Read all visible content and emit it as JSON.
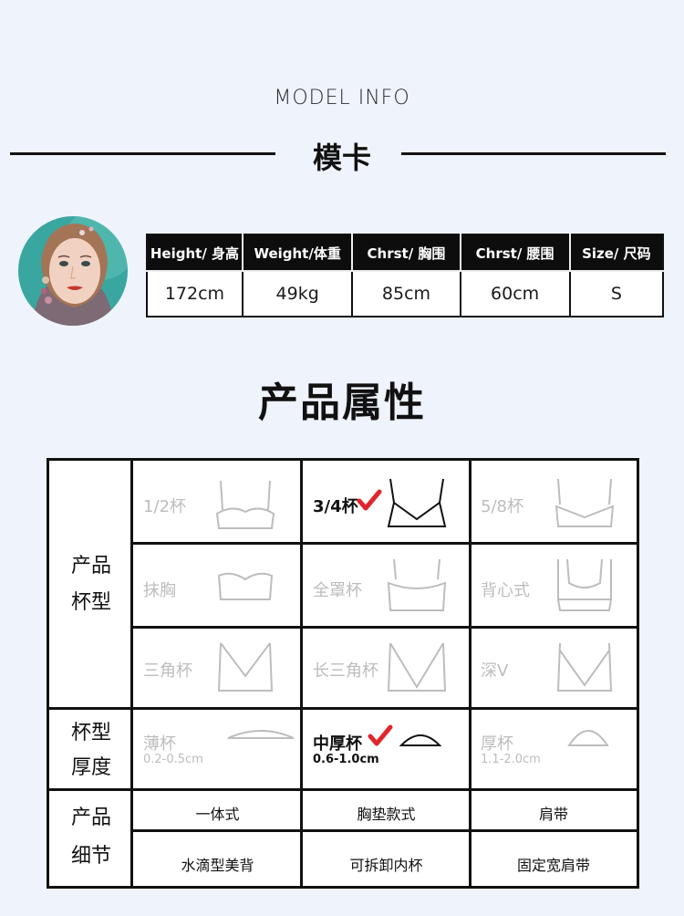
{
  "header": {
    "english_title": "MODEL INFO",
    "chinese_title": "模卡"
  },
  "model_table": {
    "headers": [
      "Height/ 身高",
      "Weight/体重",
      "Chrst/  胸围",
      "Chrst/  腰围",
      "Size/ 尺码"
    ],
    "values": [
      "172cm",
      "49kg",
      "85cm",
      "60cm",
      "S"
    ]
  },
  "attributes": {
    "title": "产品属性",
    "cup_type": {
      "label_line1": "产品",
      "label_line2": "杯型",
      "options": [
        {
          "name": "1/2杯",
          "selected": false,
          "icon": "half-cup-icon"
        },
        {
          "name": "3/4杯",
          "selected": true,
          "icon": "three-quarter-cup-icon"
        },
        {
          "name": "5/8杯",
          "selected": false,
          "icon": "five-eighths-cup-icon"
        },
        {
          "name": "抹胸",
          "selected": false,
          "icon": "bandeau-icon"
        },
        {
          "name": "全罩杯",
          "selected": false,
          "icon": "full-cup-icon"
        },
        {
          "name": "背心式",
          "selected": false,
          "icon": "vest-style-icon"
        },
        {
          "name": "三角杯",
          "selected": false,
          "icon": "triangle-cup-icon"
        },
        {
          "name": "长三角杯",
          "selected": false,
          "icon": "long-triangle-cup-icon"
        },
        {
          "name": "深V",
          "selected": false,
          "icon": "deep-v-icon"
        }
      ]
    },
    "thickness": {
      "label_line1": "杯型",
      "label_line2": "厚度",
      "options": [
        {
          "name": "薄杯",
          "range": "0.2-0.5cm",
          "selected": false,
          "icon": "thin-pad-icon"
        },
        {
          "name": "中厚杯",
          "range": "0.6-1.0cm",
          "selected": true,
          "icon": "medium-pad-icon"
        },
        {
          "name": "厚杯",
          "range": "1.1-2.0cm",
          "selected": false,
          "icon": "thick-pad-icon"
        }
      ]
    },
    "details": {
      "label_line1": "产品",
      "label_line2": "细节",
      "items": [
        "一体式",
        "胸垫款式",
        "肩带",
        "水滴型美背",
        "可拆卸内杯",
        "固定宽肩带"
      ]
    },
    "colors": {
      "selected": "#111111",
      "unselected": "#bdbdbd",
      "check": "#e0262d"
    }
  }
}
